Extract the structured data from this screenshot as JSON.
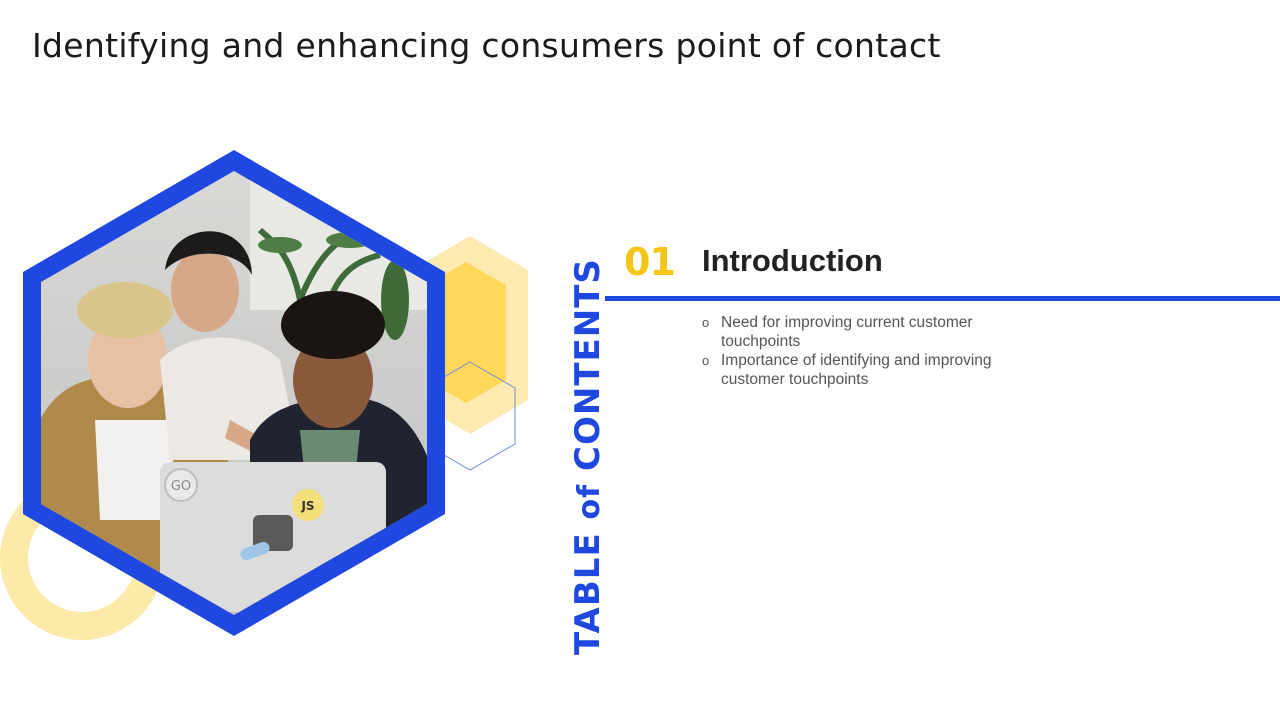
{
  "slide": {
    "title": "Identifying and enhancing consumers point of contact",
    "vertical_label": {
      "part1": "TABLE ",
      "part2": "of",
      "part3": " CONTENTS"
    },
    "section": {
      "number": "01",
      "title": "Introduction",
      "bullet_marker": "o",
      "bullets": [
        "Need for improving current customer touchpoints",
        "Importance of identifying and improving customer touchpoints"
      ]
    },
    "image": {
      "description_icon": "team-photo-icon",
      "sticker_go": "GO",
      "sticker_js": "JS"
    },
    "colors": {
      "accent_blue": "#1f48e0",
      "accent_yellow": "#f5c518",
      "light_yellow": "#fde9a8"
    }
  }
}
